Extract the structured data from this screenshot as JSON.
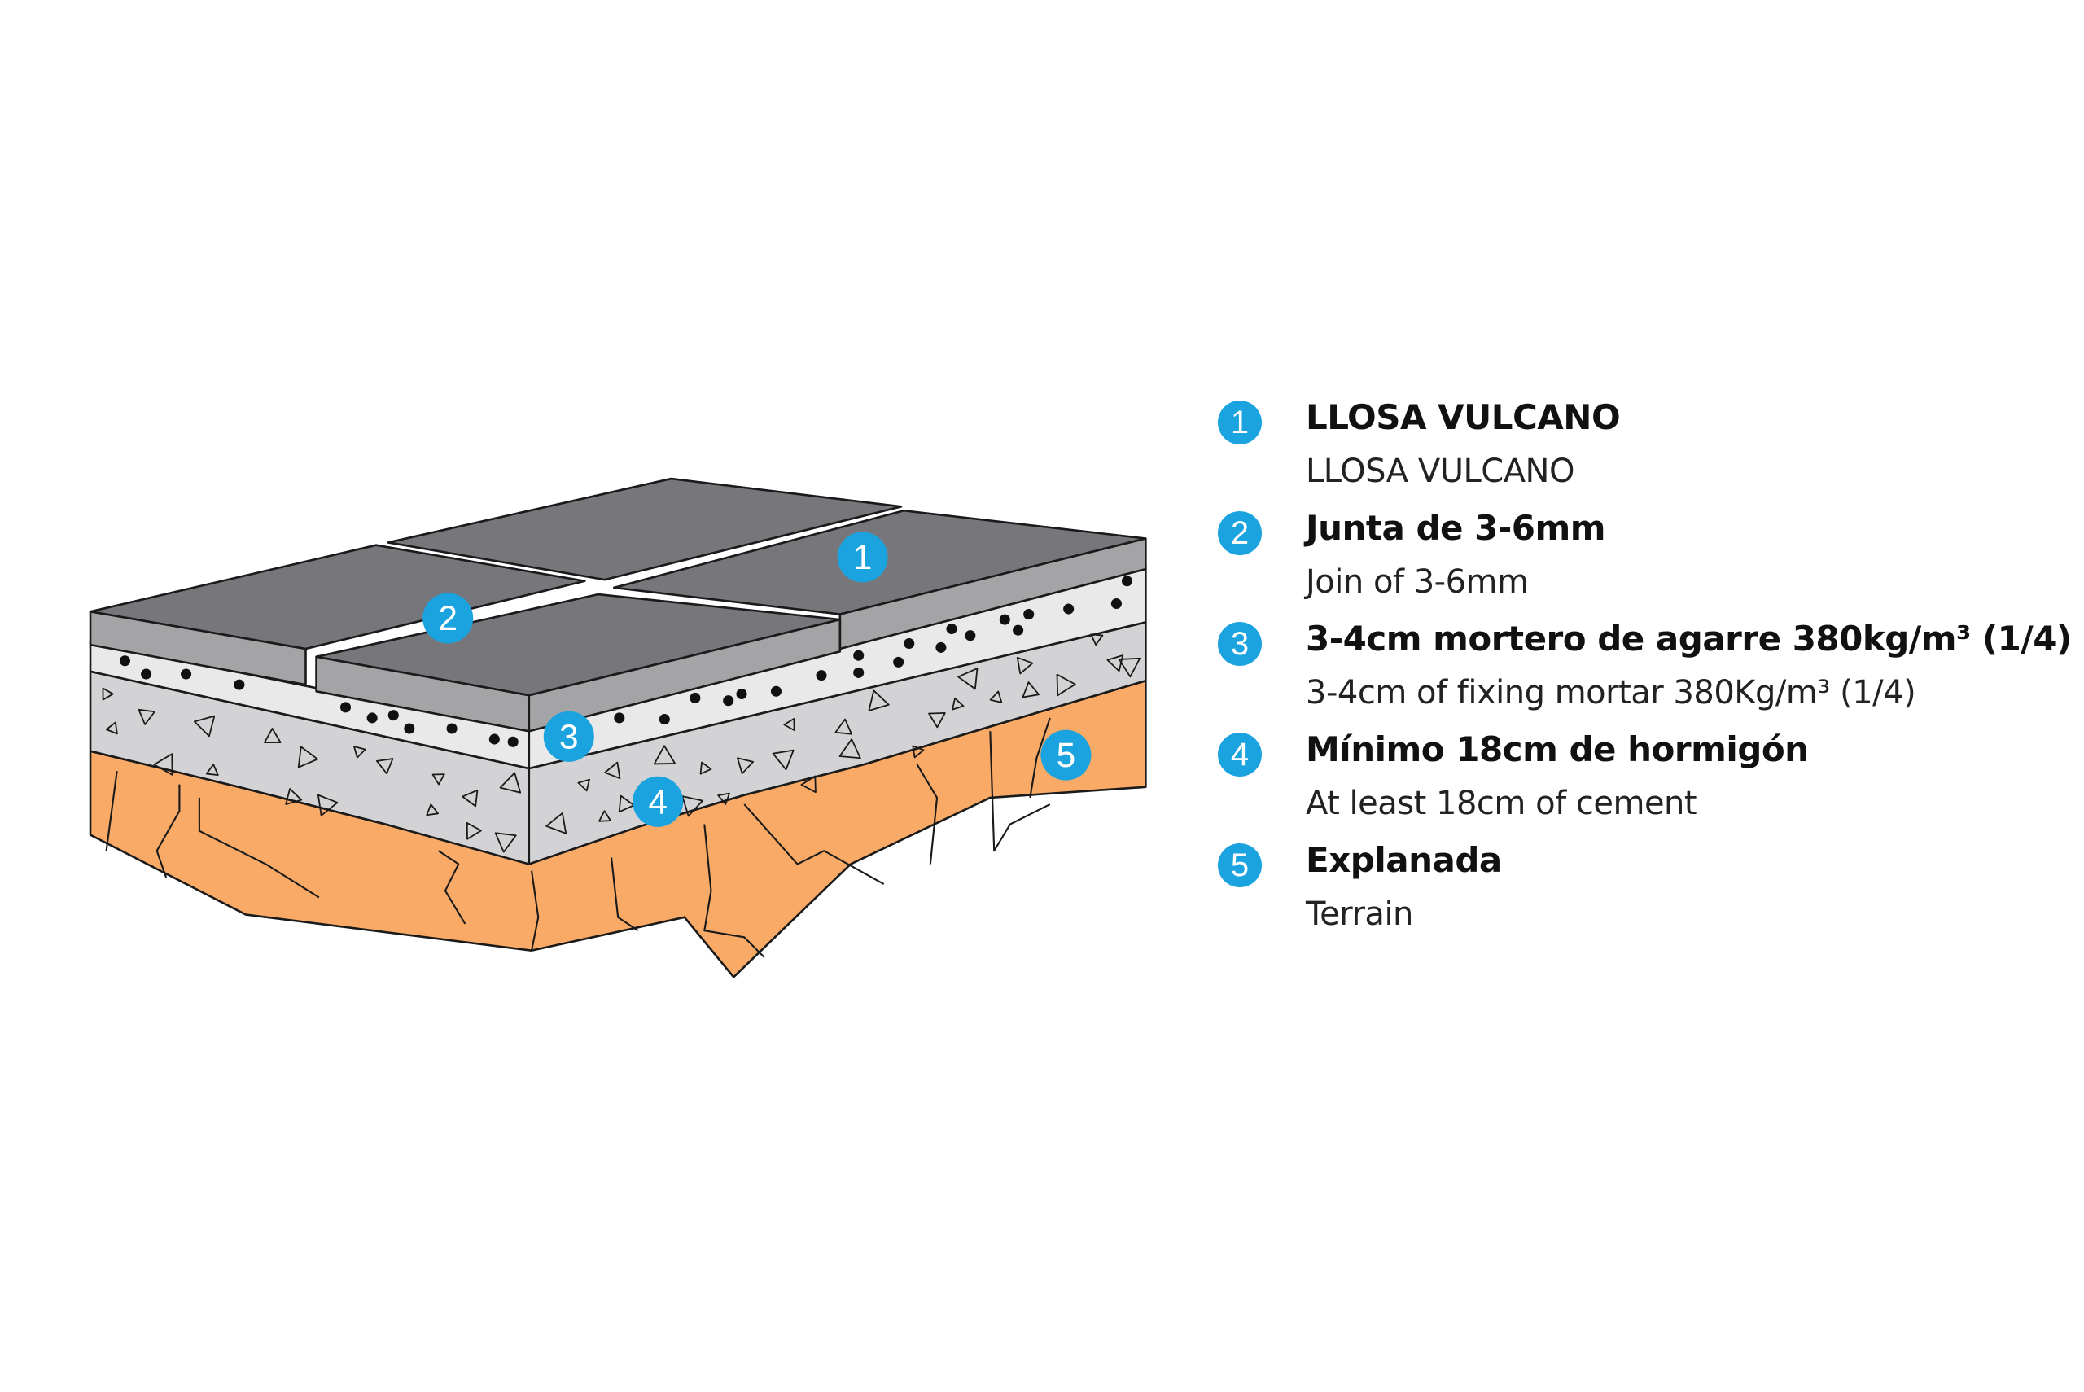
{
  "colors": {
    "badge": "#1aa3df",
    "slab_top": "#77777b",
    "slab_side": "#a4a4a6",
    "mortar": "#e9e9ea",
    "concrete": "#d3d3d5",
    "terrain": "#f9aa66"
  },
  "diagram_badges": [
    "1",
    "2",
    "3",
    "4",
    "5"
  ],
  "legend": [
    {
      "number": "1",
      "title": "LLOSA VULCANO",
      "subtitle": "LLOSA VULCANO"
    },
    {
      "number": "2",
      "title": "Junta de 3-6mm",
      "subtitle": "Join of 3-6mm"
    },
    {
      "number": "3",
      "title": "3-4cm mortero de agarre 380kg/m³ (1/4)",
      "subtitle": "3-4cm of fixing mortar 380Kg/m³ (1/4)"
    },
    {
      "number": "4",
      "title": "Mínimo 18cm de hormigón",
      "subtitle": "At least 18cm of cement"
    },
    {
      "number": "5",
      "title": "Explanada",
      "subtitle": "Terrain"
    }
  ]
}
